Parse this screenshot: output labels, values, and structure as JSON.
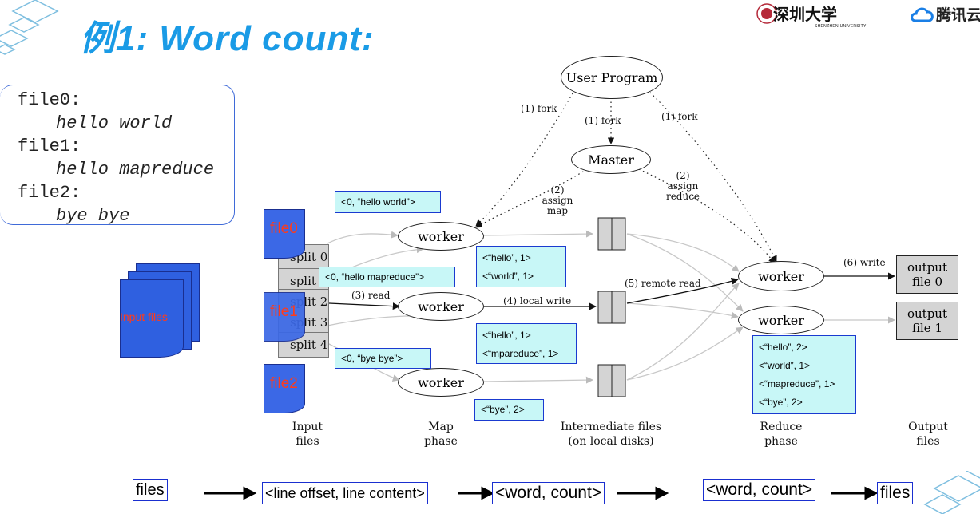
{
  "header": {
    "title": "例1:   Word count:",
    "university_name": "深圳大学",
    "university_sub": "SHENZHEN UNIVERSITY",
    "partner_name": "腾讯云"
  },
  "files": [
    {
      "name": "file0:",
      "content": "hello world"
    },
    {
      "name": "file1:",
      "content": "hello mapreduce"
    },
    {
      "name": "file2:",
      "content": "bye bye"
    }
  ],
  "input_files_label": "Input files",
  "blue_files": [
    "file0",
    "file1",
    "file2"
  ],
  "splits": [
    "split 0",
    "split 1",
    "split 2",
    "split 3",
    "split 4"
  ],
  "nodes": {
    "user_program": "User Program",
    "master": "Master",
    "worker": "worker",
    "output0": "output file 0",
    "output1": "output file 1"
  },
  "edge_labels": {
    "fork1": "(1) fork",
    "fork2": "(1) fork",
    "fork3": "(1) fork",
    "assign_map": "(2) assign map",
    "assign_reduce": "(2) assign reduce",
    "read": "(3) read",
    "local_write": "(4) local write",
    "remote_read": "(5) remote read",
    "write": "(6) write"
  },
  "map_inputs": [
    "<0, “hello world”>",
    "<0, “hello mapreduce”>",
    "<0, “bye bye”>"
  ],
  "map_outputs": [
    [
      "<“hello”, 1>",
      "<“world”, 1>"
    ],
    [
      "<“hello”, 1>",
      "<“mpareduce”, 1>"
    ],
    [
      "<“bye”, 2>"
    ]
  ],
  "reduce_outputs": [
    "<“hello”, 2>",
    "<“world”, 1>",
    "<“mapreduce”, 1>",
    "<“bye”, 2>"
  ],
  "phase_captions": {
    "input": "Input files",
    "map": "Map phase",
    "intermediate": "Intermediate files (on local disks)",
    "reduce": "Reduce phase",
    "output": "Output files"
  },
  "flow": [
    "files",
    "<line offset, line content>",
    "<word, count>",
    "<word, count>",
    "files"
  ],
  "colors": {
    "title": "#1a9be6",
    "file_label": "#ff3b1a",
    "box_fill": "#c8f7f7",
    "box_border": "#1a3ad0",
    "doc_blue": "#2f60e0"
  }
}
